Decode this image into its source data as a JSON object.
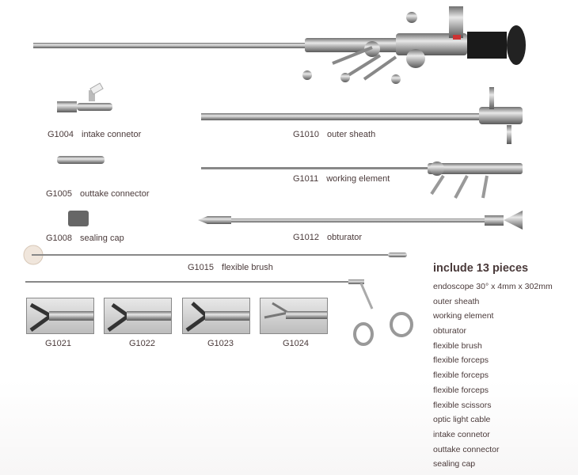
{
  "parts": [
    {
      "code": "G1004",
      "name": "intake connetor"
    },
    {
      "code": "G1010",
      "name": "outer sheath"
    },
    {
      "code": "G1011",
      "name": "working element"
    },
    {
      "code": "G1005",
      "name": "outtake connector"
    },
    {
      "code": "G1008",
      "name": "sealing cap"
    },
    {
      "code": "G1012",
      "name": "obturator"
    },
    {
      "code": "G1015",
      "name": "flexible brush"
    }
  ],
  "tips": [
    "G1021",
    "G1022",
    "G1023",
    "G1024"
  ],
  "includes": {
    "title": "include 13 pieces",
    "items": [
      "endoscope 30° x 4mm x 302mm",
      "outer sheath",
      "working element",
      "obturator",
      "flexible brush",
      "flexible forceps",
      "flexible forceps",
      "flexible forceps",
      "flexible scissors",
      "optic light cable",
      "intake connetor",
      "outtake connector",
      "sealing cap"
    ]
  }
}
